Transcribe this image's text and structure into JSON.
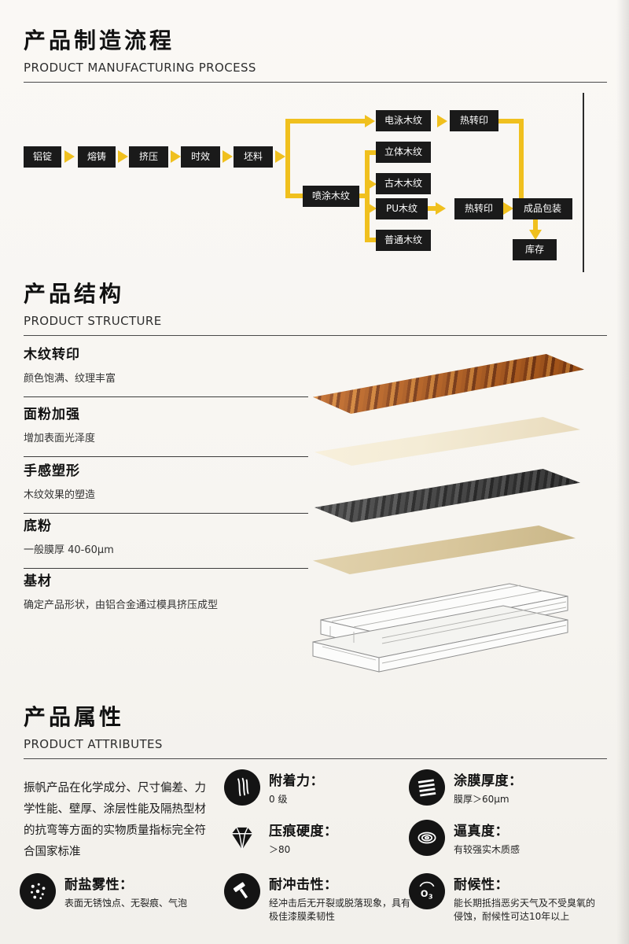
{
  "colors": {
    "accent_yellow": "#f0c01e",
    "node_black": "#1a1a1a",
    "icon_black": "#141414",
    "wood_orange": "#b65a17",
    "cream": "#f4ecd6",
    "tan": "#d9c79d"
  },
  "process": {
    "title_cn": "产品制造流程",
    "title_en": "PRODUCT MANUFACTURING PROCESS",
    "nodes": {
      "ingot": "铝锭",
      "casting": "熔铸",
      "extrusion": "挤压",
      "aging": "时效",
      "billet": "坯料",
      "electro": "电泳木纹",
      "heat1": "热转印",
      "solid": "立体木纹",
      "spray": "喷涂木纹",
      "ancient": "古木木纹",
      "pu": "PU木纹",
      "heat2": "热转印",
      "packaging": "成品包装",
      "ordinary": "普通木纹",
      "stock": "库存"
    }
  },
  "structure": {
    "title_cn": "产品结构",
    "title_en": "PRODUCT STRUCTURE",
    "layers": [
      {
        "name": "木纹转印",
        "desc": "颜色饱满、纹理丰富"
      },
      {
        "name": "面粉加强",
        "desc": "增加表面光泽度"
      },
      {
        "name": "手感塑形",
        "desc": "木纹效果的塑造"
      },
      {
        "name": "底粉",
        "desc": "一般膜厚 40-60μm"
      },
      {
        "name": "基材",
        "desc": "确定产品形状，由铝合金通过模具挤压成型"
      }
    ]
  },
  "attributes": {
    "title_cn": "产品属性",
    "title_en": "PRODUCT ATTRIBUTES",
    "intro": "振帆产品在化学成分、尺寸偏差、力学性能、壁厚、涂层性能及隔热型材的抗弯等方面的实物质量指标完全符合国家标准",
    "items": [
      {
        "name": "附着力：",
        "desc": "0 级"
      },
      {
        "name": "涂膜厚度：",
        "desc": "膜厚＞60μm"
      },
      {
        "name": "压痕硬度：",
        "desc": "＞80"
      },
      {
        "name": "逼真度：",
        "desc": "有较强实木质感"
      },
      {
        "name": "耐盐雾性：",
        "desc": "表面无锈蚀点、无裂痕、气泡"
      },
      {
        "name": "耐冲击性：",
        "desc": "经冲击后无开裂或脱落现象，具有极佳漆膜柔韧性"
      },
      {
        "name": "耐候性：",
        "desc": "能长期抵挡恶劣天气及不受臭氧的侵蚀，耐候性可达10年以上"
      }
    ]
  }
}
